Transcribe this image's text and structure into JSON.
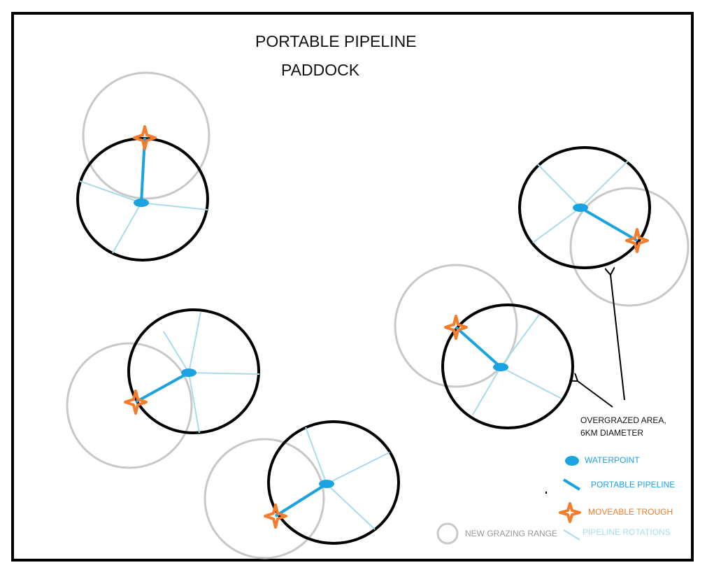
{
  "title": {
    "line1": "PORTABLE PIPELINE",
    "line2": "PADDOCK"
  },
  "annotation": {
    "line1": "OVERGRAZED AREA,",
    "line2": "6KM DIAMETER"
  },
  "legend": {
    "waterpoint": "WATERPOINT",
    "pipeline": "PORTABLE PIPELINE",
    "trough": "MOVEABLE TROUGH",
    "range": "NEW GRAZING RANGE",
    "rotations": "PIPELINE ROTATIONS"
  },
  "colors": {
    "overgrazed": "#000000",
    "waterpoint": "#1aa3e0",
    "pipeline": "#1aa3e0",
    "trough": "#f47c2a",
    "range": "#c8c8c8",
    "rotations": "#a8dcec"
  }
}
